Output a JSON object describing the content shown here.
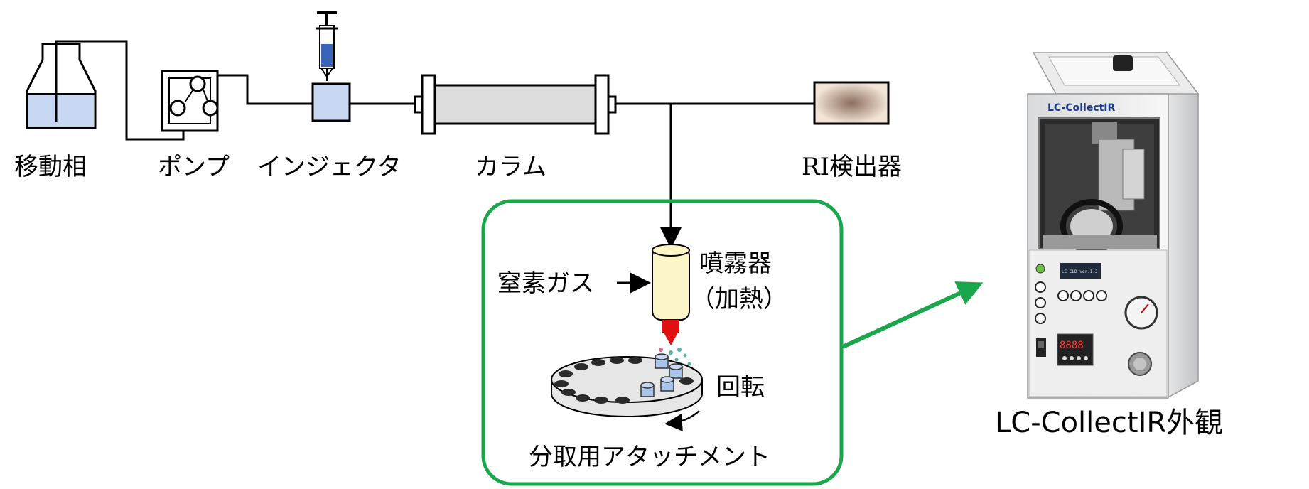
{
  "labels": {
    "mobile_phase": "移動相",
    "pump": "ポンプ",
    "injector": "インジェクタ",
    "column": "カラム",
    "ri_detector": "RI検出器",
    "nitrogen_gas": "窒素ガス",
    "nebulizer": "噴霧器",
    "heating": "（加熱）",
    "rotation": "回転",
    "attachment": "分取用アタッチメント",
    "device_caption": "LC-CollectIR外観"
  },
  "device": {
    "logo": "LC-CollectIR",
    "display_text": "LC-CLD  ver.1.2",
    "segment_display": "8888"
  },
  "colors": {
    "frame_green": "#1aa64a",
    "arrow_green": "#1aa64a",
    "fluid_blue": "#c9d8f2",
    "column_gray": "#dcdcdc",
    "nozzle_red": "#e01010",
    "nebulizer_cream": "#fbf5c8"
  }
}
